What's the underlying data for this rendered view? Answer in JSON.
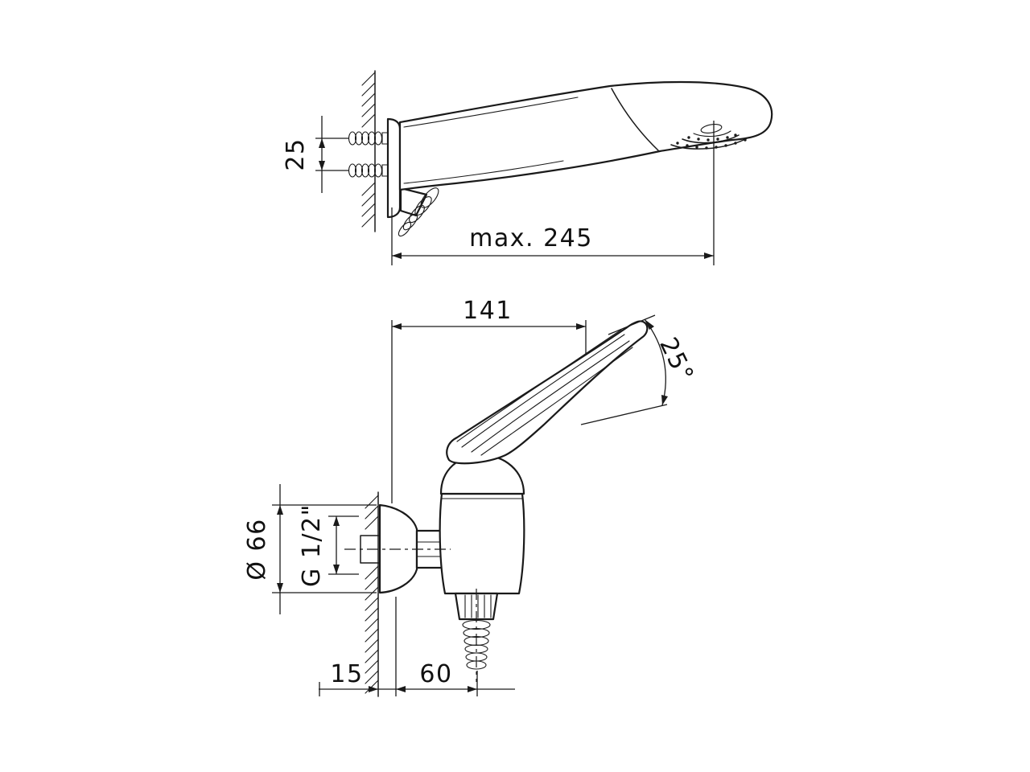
{
  "labels": {
    "pitch": "25",
    "max_reach": "max. 245",
    "width": "141",
    "angle": "25°",
    "diameter": "Ø 66",
    "thread": "G 1/2\"",
    "wall_offset": "15",
    "outlet_offset": "60"
  }
}
